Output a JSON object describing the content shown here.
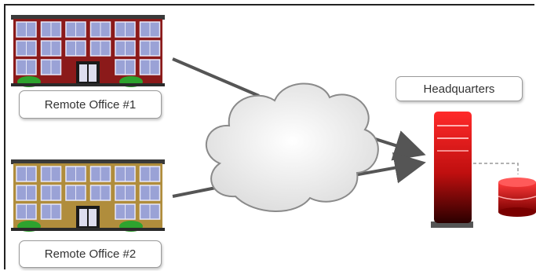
{
  "labels": {
    "remote_office_1": "Remote Office #1",
    "remote_office_2": "Remote Office #2",
    "headquarters": "Headquarters"
  },
  "colors": {
    "office_1_facade": "#8b1a1a",
    "office_2_facade": "#b08d3c",
    "window_blue": "#9aa2d6",
    "bush_green": "#2ea32e",
    "server_red": "#d11a1a",
    "cloud_fill": "#f0f0f0",
    "connector": "#555555"
  }
}
